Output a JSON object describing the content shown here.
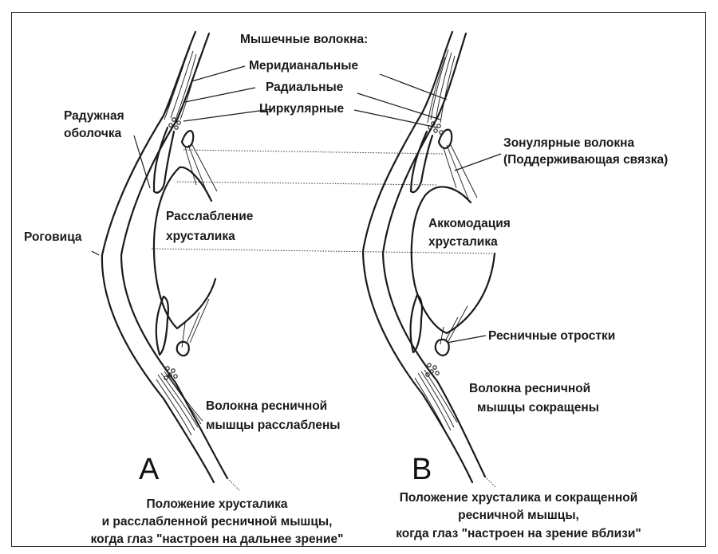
{
  "labels": {
    "muscle_fibers": "Мышечные волокна:",
    "meridional": "Меридианальные",
    "radial": "Радиальные",
    "circular": "Циркулярные",
    "iris_1": "Радужная",
    "iris_2": "оболочка",
    "cornea": "Роговица",
    "lens_relax_1": "Расслабление",
    "lens_relax_2": "хрусталика",
    "zonular_1": "Зонулярные волокна",
    "zonular_2": "(Поддерживающая связка)",
    "accommodation_1": "Аккомодация",
    "accommodation_2": "хрусталика",
    "ciliary_processes": "Ресничные отростки",
    "fibers_relaxed_1": "Волокна ресничной",
    "fibers_relaxed_2": "мышцы расслаблены",
    "fibers_contracted_1": "Волокна ресничной",
    "fibers_contracted_2": "мышцы сокращены",
    "letter_a": "A",
    "letter_b": "B"
  },
  "captions": {
    "a_1": "Положение хрусталика",
    "a_2": "и расслабленной ресничной мышцы,",
    "a_3": "когда глаз \"настроен на дальнее зрение\"",
    "b_1": "Положение хрусталика и сокращенной",
    "b_2": "ресничной мышцы,",
    "b_3": "когда глаз \"настроен на зрение вблизи\""
  }
}
